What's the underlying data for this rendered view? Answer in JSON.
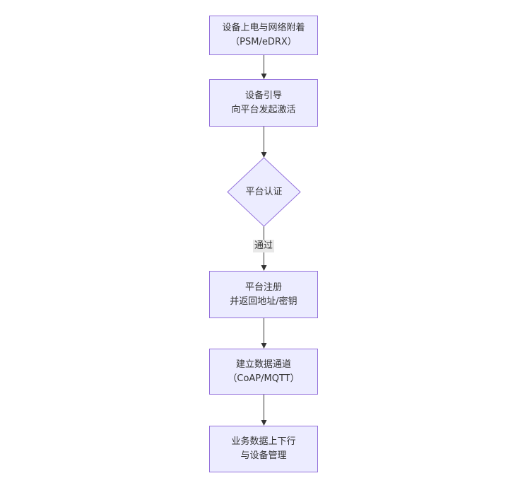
{
  "diagram": {
    "type": "flowchart",
    "direction": "top-down",
    "colors": {
      "node-fill": "#ECECFF",
      "node-border": "#9370DB",
      "text-color": "#333333",
      "line-color": "#333333",
      "edge-label-bg": "#e8e8e8",
      "canvas-bg": "#ffffff"
    },
    "nodes": [
      {
        "id": "A",
        "shape": "rect",
        "label": "设备上电与网络附着\n（PSM/eDRX）"
      },
      {
        "id": "B",
        "shape": "rect",
        "label": "设备引导\n向平台发起激活"
      },
      {
        "id": "C",
        "shape": "diamond",
        "label": "平台认证"
      },
      {
        "id": "D",
        "shape": "rect",
        "label": "平台注册\n并返回地址/密钥"
      },
      {
        "id": "E",
        "shape": "rect",
        "label": "建立数据通道\n（CoAP/MQTT）"
      },
      {
        "id": "F",
        "shape": "rect",
        "label": "业务数据上下行\n与设备管理"
      }
    ],
    "edges": [
      {
        "from": "A",
        "to": "B",
        "label": ""
      },
      {
        "from": "B",
        "to": "C",
        "label": ""
      },
      {
        "from": "C",
        "to": "D",
        "label": "通过"
      },
      {
        "from": "D",
        "to": "E",
        "label": ""
      },
      {
        "from": "E",
        "to": "F",
        "label": ""
      }
    ]
  }
}
